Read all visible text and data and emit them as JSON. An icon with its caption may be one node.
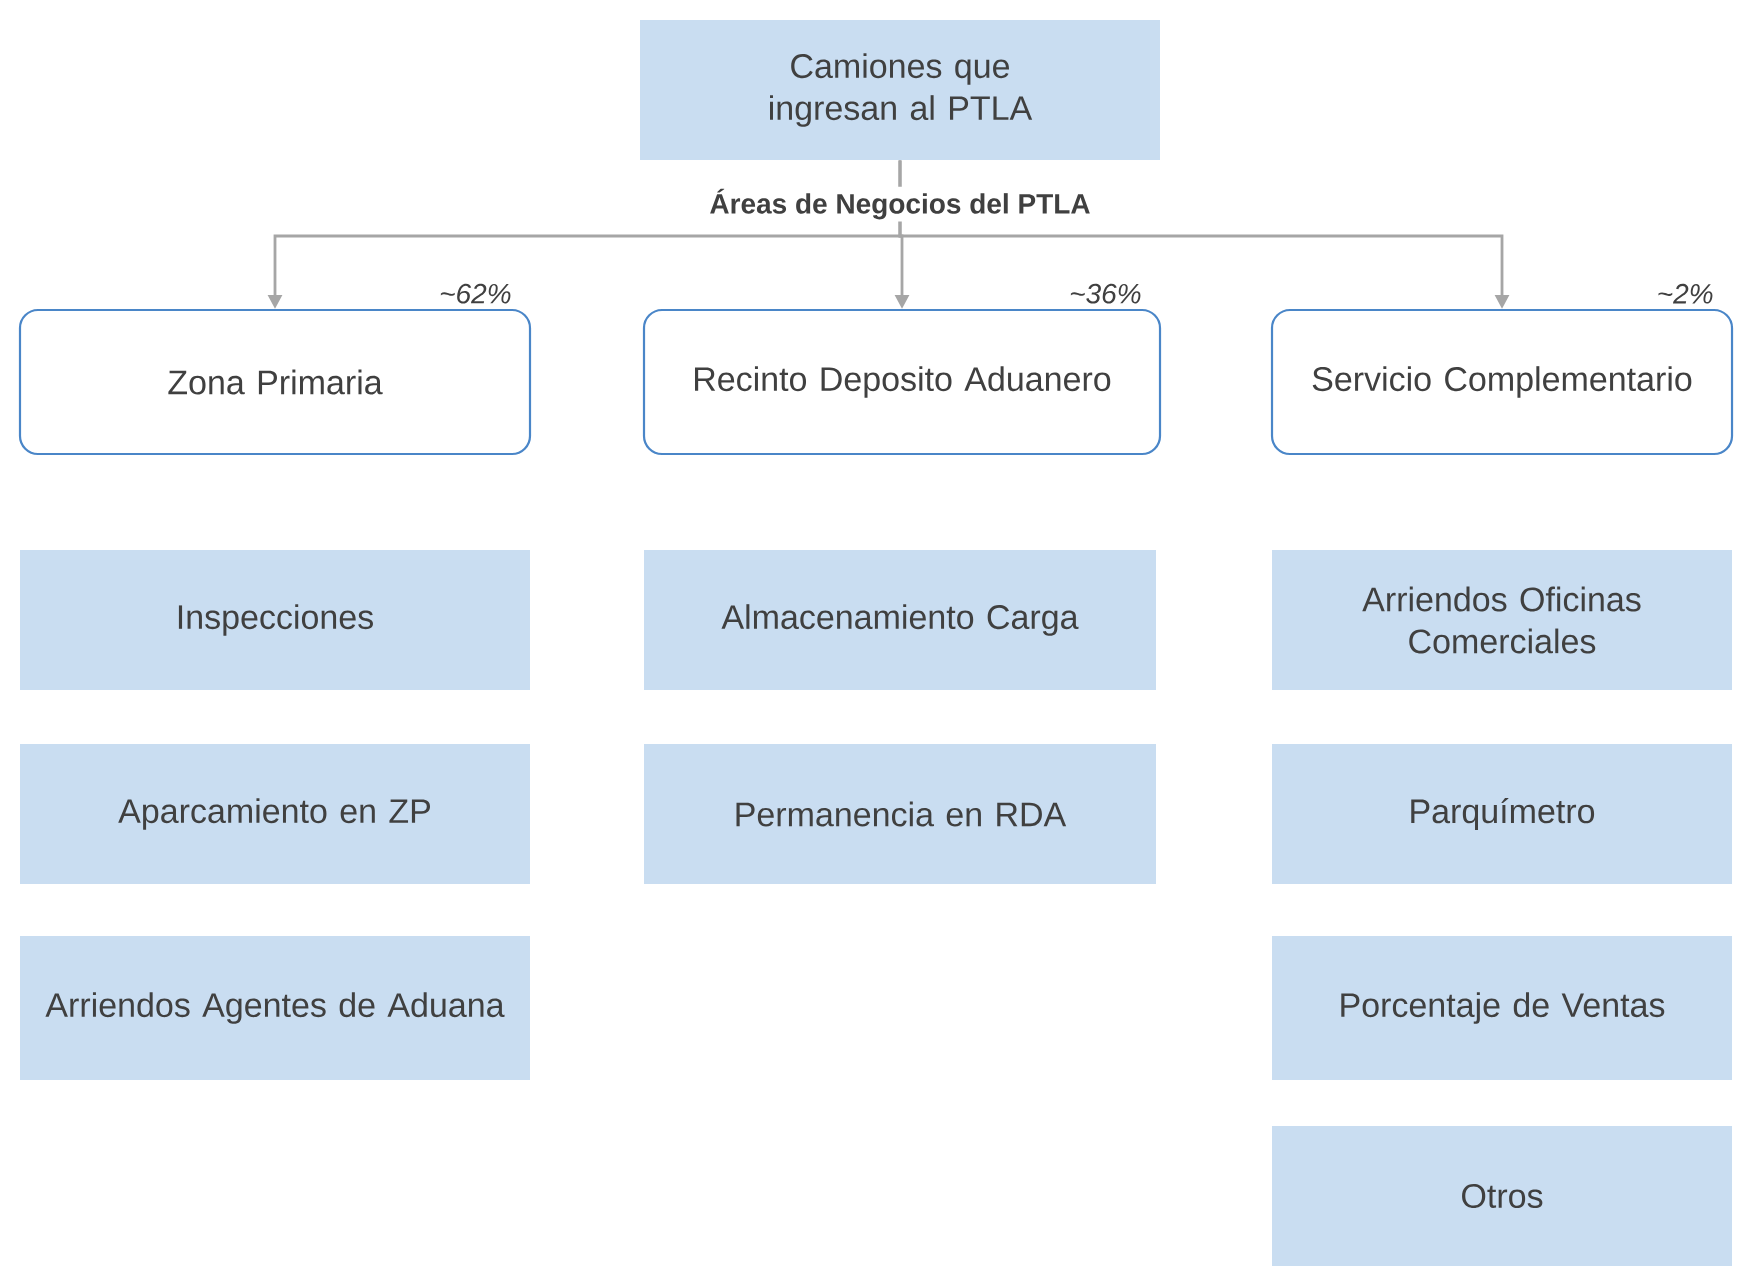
{
  "diagram": {
    "nodes": [
      {
        "text": [
          "Camiones que ingresan al PTLA"
        ]
      },
      {
        "text": [
          "Zona Primaria"
        ],
        "beside": [
          "~62%"
        ]
      },
      {
        "text": [
          "Recinto Deposito Aduanero"
        ],
        "beside": [
          "~36%"
        ]
      },
      {
        "text": [
          "Servicio Complementario"
        ],
        "beside": [
          "~2%"
        ]
      },
      {
        "text": [
          "Inspecciones"
        ]
      },
      {
        "text": [
          "Aparcamiento en ZP"
        ]
      },
      {
        "text": [
          "Arriendos Agentes de Aduana"
        ]
      },
      {
        "text": [
          "Almacenamiento Carga"
        ]
      },
      {
        "text": [
          "Permanencia en RDA"
        ]
      },
      {
        "text": [
          "Arriendos Oficinas Comerciales"
        ]
      },
      {
        "text": [
          "Parquímetro"
        ]
      },
      {
        "text": [
          "Porcentaje de Ventas"
        ]
      },
      {
        "text": [
          "Otros"
        ]
      }
    ],
    "edges": [
      {
        "from": 0,
        "to": 1,
        "arrow": "to"
      },
      {
        "from": 0,
        "to": 2,
        "arrow": "to"
      },
      {
        "from": 0,
        "to": 3,
        "arrow": "to"
      }
    ],
    "labels": [
      "Áreas de Negocios del PTLA"
    ]
  }
}
